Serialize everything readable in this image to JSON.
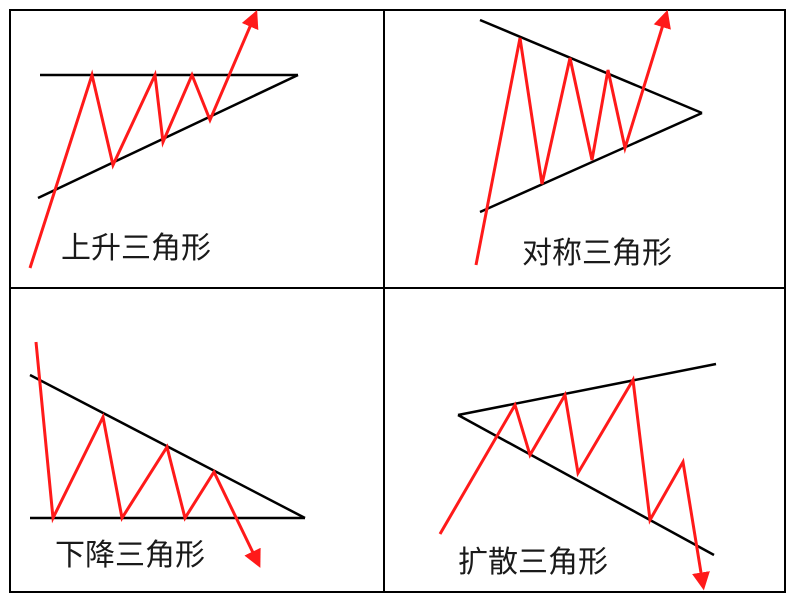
{
  "colors": {
    "background": "#ffffff",
    "grid_line": "#000000",
    "trend_line": "#000000",
    "price_line": "#ff1a1a"
  },
  "panels": [
    {
      "id": "ascending",
      "caption": "上升三角形",
      "breakout": "up"
    },
    {
      "id": "symmetric",
      "caption": "对称三角形",
      "breakout": "up"
    },
    {
      "id": "descending",
      "caption": "下降三角形",
      "breakout": "down"
    },
    {
      "id": "broadening",
      "caption": "扩散三角形",
      "breakout": "down"
    }
  ]
}
